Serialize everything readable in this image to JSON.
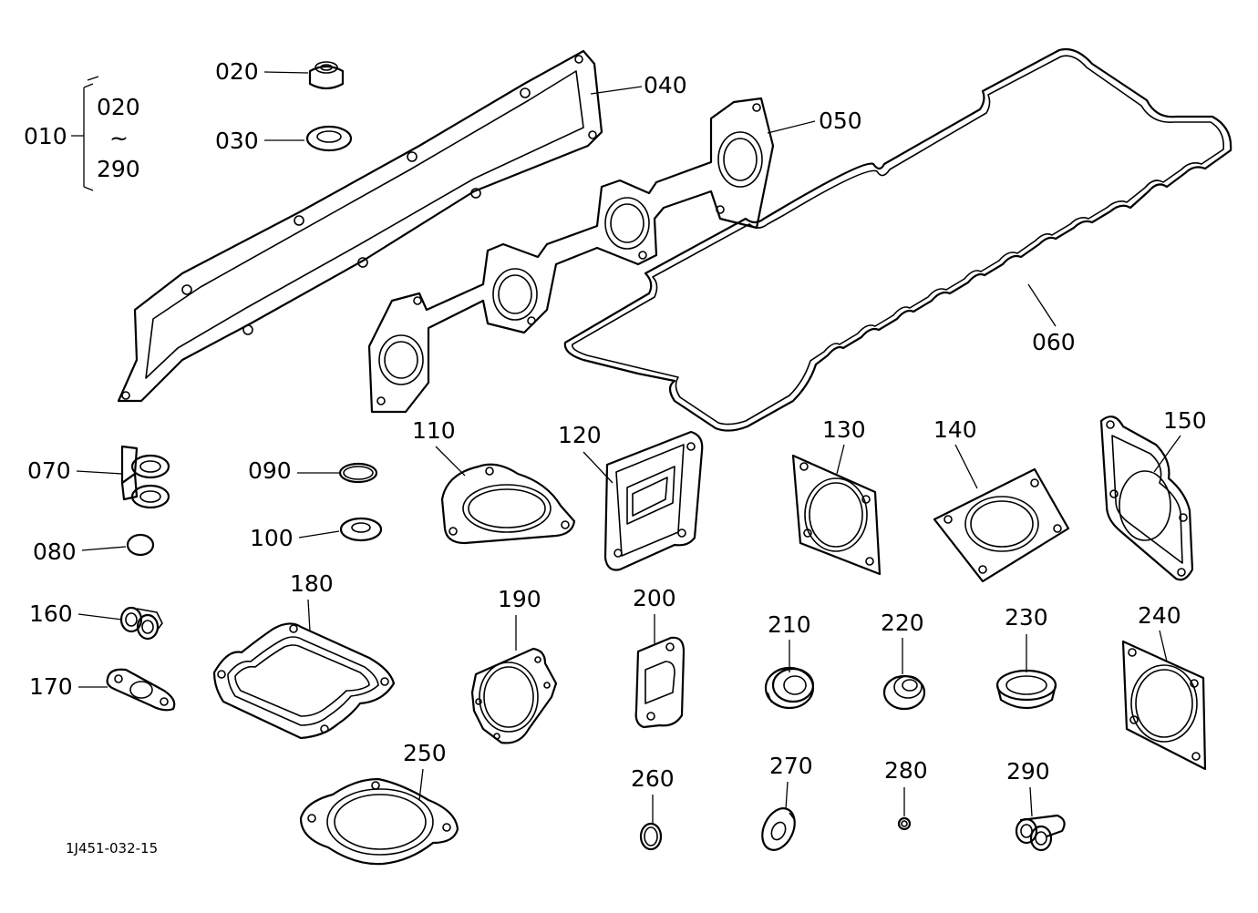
{
  "drawing_code": "1J451-032-15",
  "kit": {
    "label": "010",
    "range_start": "020",
    "range_sep": "~",
    "range_end": "290"
  },
  "callouts": {
    "c020": "020",
    "c030": "030",
    "c040": "040",
    "c050": "050",
    "c060": "060",
    "c070": "070",
    "c080": "080",
    "c090": "090",
    "c100": "100",
    "c110": "110",
    "c120": "120",
    "c130": "130",
    "c140": "140",
    "c150": "150",
    "c160": "160",
    "c170": "170",
    "c180": "180",
    "c190": "190",
    "c200": "200",
    "c210": "210",
    "c220": "220",
    "c230": "230",
    "c240": "240",
    "c250": "250",
    "c260": "260",
    "c270": "270",
    "c280": "280",
    "c290": "290"
  }
}
